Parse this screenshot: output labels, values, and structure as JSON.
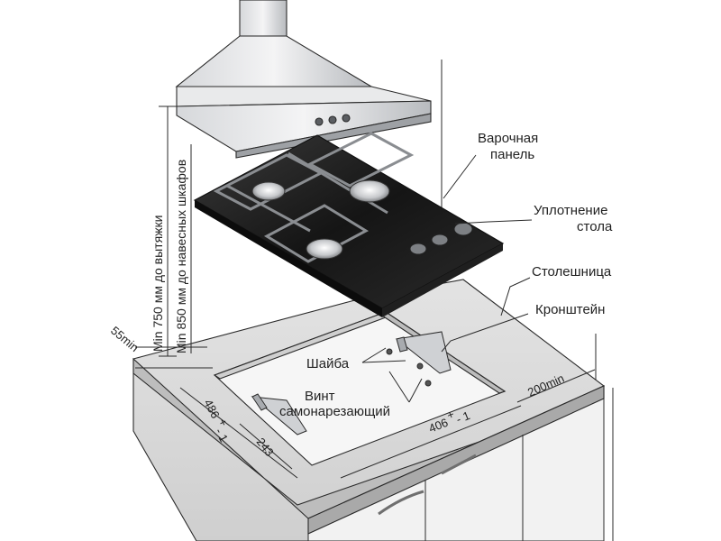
{
  "labels": {
    "hob": [
      "Варочная",
      "панель"
    ],
    "seal": [
      "Уплотнение",
      "стола"
    ],
    "countertop": "Столешница",
    "bracket": "Кронштейн",
    "washer": "Шайба",
    "screw": [
      "Винт",
      "самонарезающий"
    ]
  },
  "dimensions": {
    "hood_clearance": "Min 750 мм до вытяжки",
    "cabinet_clearance": "Min 850 мм до навесных шкафов",
    "side_margin": "55min",
    "rear_margin": "200min",
    "depth": "486",
    "depth_tol": "+",
    "depth_tol_sub": "- 1",
    "width": "406",
    "width_tol": "+",
    "width_tol_sub": "- 1",
    "bracket_offset": "243"
  },
  "colors": {
    "line": "#2a2a2a",
    "glass": "#1c1c1c",
    "steel": "#b9bcc0",
    "wall": "#f1f1f1",
    "counter": "#d9d9d9"
  }
}
